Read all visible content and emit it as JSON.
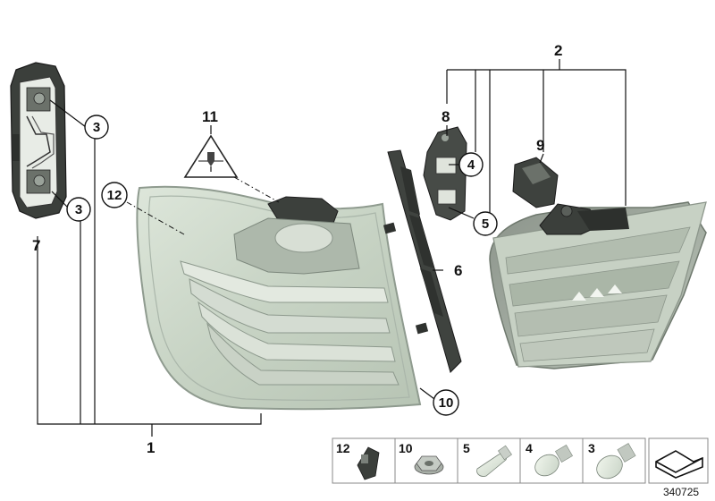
{
  "diagram": {
    "part_numbers": {
      "p1": "1",
      "p2": "2",
      "p3a": "3",
      "p3b": "3",
      "p4": "4",
      "p5": "5",
      "p6": "6",
      "p7": "7",
      "p8": "8",
      "p9": "9",
      "p10": "10",
      "p11": "11",
      "p12": "12"
    },
    "kit_legend": [
      "12",
      "10",
      "5",
      "4",
      "3"
    ],
    "reference_number": "340725"
  },
  "colors": {
    "lamp_glass": "#c9d6c7",
    "lamp_edge": "#9aa79a",
    "dark_housing": "#4a4f4a",
    "leader_line": "#111111"
  },
  "icons": [
    "bulb-holder-icon",
    "lamp-housing-icon",
    "warning-triangle-icon",
    "gasket-icon",
    "clip-icon",
    "nut-icon",
    "bulb-icon"
  ]
}
